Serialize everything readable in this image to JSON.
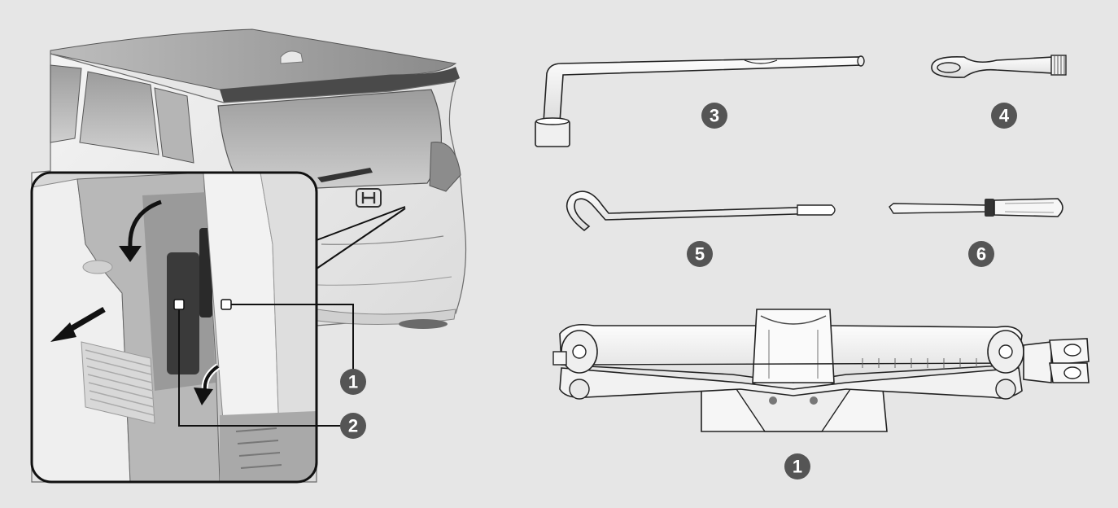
{
  "callouts": {
    "inset_1": "1",
    "inset_2": "2",
    "wrench": "3",
    "tow_hook": "4",
    "jack_handle": "5",
    "screwdriver": "6",
    "jack": "1"
  },
  "colors": {
    "background": "#e6e6e6",
    "callout_fill": "#555555",
    "callout_text": "#ffffff",
    "line_art": "#222222",
    "part_fill": "#f8f8f8"
  },
  "icons": {
    "car": "car-rear-illustration",
    "inset": "tool-storage-inset",
    "wrench": "wheel-nut-wrench-icon",
    "tow_hook": "towing-hook-icon",
    "jack_handle": "jack-handle-bar-icon",
    "screwdriver": "screwdriver-icon",
    "jack": "scissor-jack-icon"
  }
}
